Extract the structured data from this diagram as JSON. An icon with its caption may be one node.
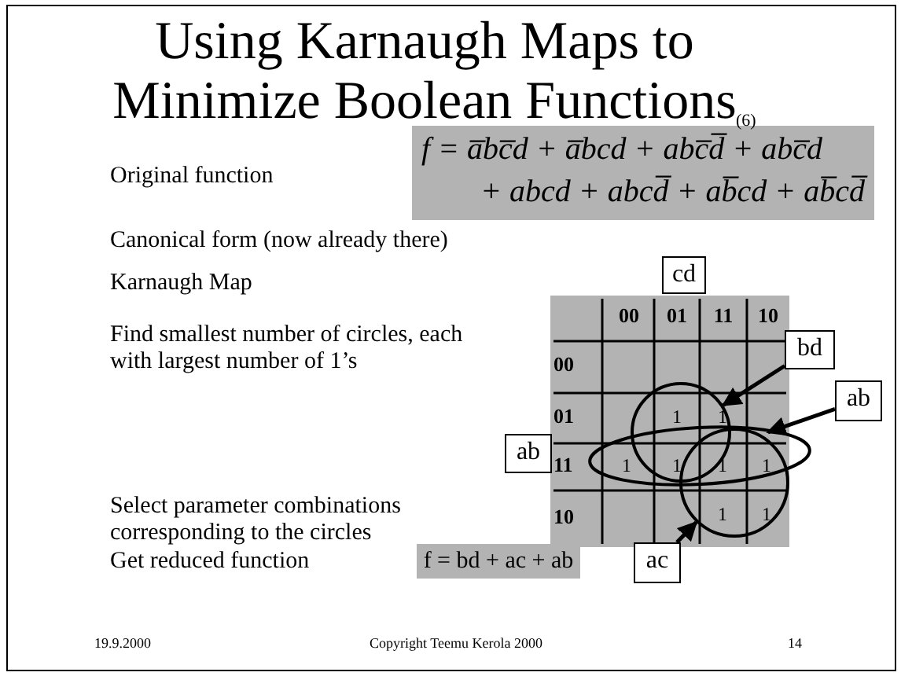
{
  "diagram": {
    "title": "Using Karnaugh Maps to Minimize Boolean Functions",
    "nodes": [
      {
        "text": [
          "f = a̅bc̅d + a̅bcd + abc̅d̅ + abc̅d",
          "+ abcd + abcd̅ + ab̅cd + ab̅cd̅"
        ]
      },
      {
        "text": [
          "cd"
        ]
      },
      {
        "text": [
          "bd"
        ]
      },
      {
        "text": [
          "ab"
        ]
      },
      {
        "text": [
          "ab"
        ]
      },
      {
        "text": [
          "ac"
        ]
      },
      {
        "text": [],
        "shape": "circle"
      },
      {
        "text": [],
        "shape": "ellipse"
      },
      {
        "text": [],
        "shape": "circle"
      },
      {
        "text": [
          "f = bd + ac + ab"
        ]
      }
    ],
    "edges": [
      {
        "from": 2,
        "to": 6,
        "arrow": "to"
      },
      {
        "from": 4,
        "to": 7,
        "arrow": "to"
      },
      {
        "from": 5,
        "to": 8,
        "arrow": "to"
      }
    ],
    "labels": [
      "(6)",
      "Original function",
      "Canonical form (now already there)",
      "Karnaugh Map",
      "00",
      "01",
      "11",
      "10",
      "Find smallest number of circles, each with largest number of 1’s",
      "00",
      "01",
      "1",
      "1",
      "11",
      "1",
      "1",
      "1",
      "1",
      "10",
      "1",
      "1",
      "Select parameter combinations corresponding to the circles",
      "Get reduced function",
      "19.9.2000",
      "Copyright Teemu Kerola 2000",
      "14"
    ]
  }
}
